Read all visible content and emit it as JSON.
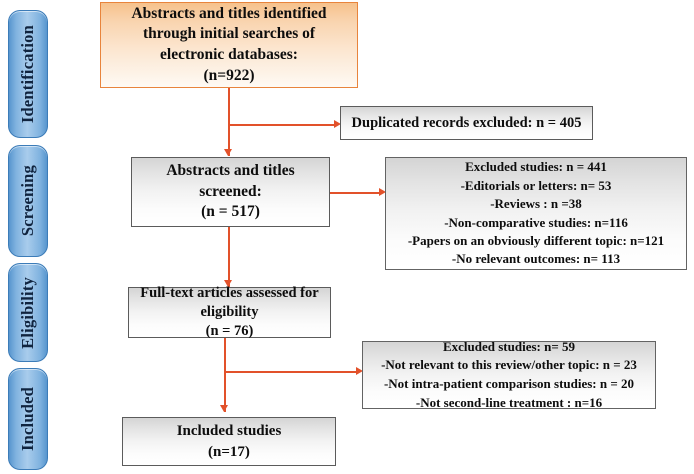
{
  "diagram": {
    "title": "PRISMA study selection flow diagram",
    "background_color": "#FFFFFF",
    "connector_color": "#E2512A",
    "stage_tab_color": "#7FB2DF",
    "identification_box_color": "#F6C18C",
    "process_box_color": "#D4D4D4"
  },
  "stages": [
    {
      "id": "identification",
      "label": "Identification"
    },
    {
      "id": "screening",
      "label": "Screening"
    },
    {
      "id": "eligibility",
      "label": "Eligibility"
    },
    {
      "id": "included",
      "label": "Included"
    }
  ],
  "boxes": {
    "identified": {
      "name": "records-identified",
      "lines": [
        "Abstracts and titles identified",
        "through initial searches of",
        "electronic databases:",
        "(n=922)"
      ],
      "count": 922
    },
    "duplicates_excluded": {
      "name": "duplicates-excluded",
      "lines": [
        "Duplicated records excluded: n = 405"
      ],
      "count": 405
    },
    "screened": {
      "name": "records-screened",
      "lines": [
        "Abstracts and titles",
        "screened:",
        "(n = 517)"
      ],
      "count": 517
    },
    "screening_excluded": {
      "name": "screening-excluded",
      "lines": [
        "Excluded studies: n = 441",
        "-Editorials or letters: n= 53",
        "-Reviews : n =38",
        "-Non-comparative studies: n=116",
        "-Papers on an obviously different topic: n=121",
        "-No relevant outcomes: n= 113"
      ],
      "total": 441,
      "reasons": [
        {
          "reason": "Editorials or letters",
          "n": 53
        },
        {
          "reason": "Reviews",
          "n": 38
        },
        {
          "reason": "Non-comparative studies",
          "n": 116
        },
        {
          "reason": "Papers on an obviously different topic",
          "n": 121
        },
        {
          "reason": "No relevant outcomes",
          "n": 113
        }
      ]
    },
    "fulltext_assessed": {
      "name": "fulltext-assessed",
      "lines": [
        "Full-text articles assessed for",
        "eligibility",
        "(n = 76)"
      ],
      "count": 76
    },
    "eligibility_excluded": {
      "name": "eligibility-excluded",
      "lines": [
        "Excluded studies: n= 59",
        "-Not relevant to this review/other topic: n = 23",
        "-Not intra-patient comparison studies: n = 20",
        "-Not second-line treatment : n=16"
      ],
      "total": 59,
      "reasons": [
        {
          "reason": "Not relevant to this review/other topic",
          "n": 23
        },
        {
          "reason": "Not intra-patient comparison studies",
          "n": 20
        },
        {
          "reason": "Not second-line treatment",
          "n": 16
        }
      ]
    },
    "included_studies": {
      "name": "included-studies",
      "lines": [
        "Included studies",
        "(n=17)"
      ],
      "count": 17
    }
  }
}
